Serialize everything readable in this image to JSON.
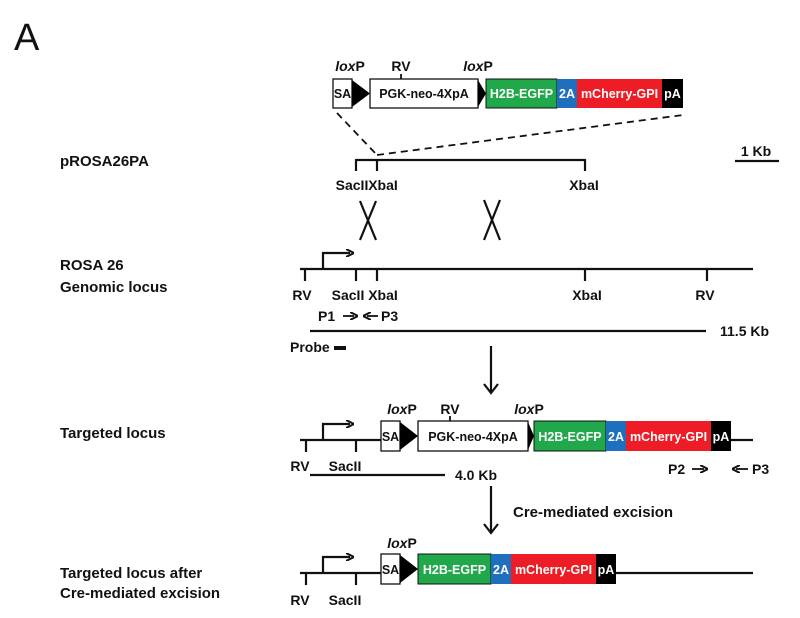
{
  "panel_label": "A",
  "colors": {
    "egfp": "#20a84a",
    "twoA": "#1f6fbf",
    "mcherry": "#ee1c24",
    "pA": "#000000",
    "white_box": "#ffffff",
    "line": "#111111"
  },
  "cassette": {
    "loxp1": {
      "italic": "lox",
      "normal": "P"
    },
    "rv": "RV",
    "loxp2": {
      "italic": "lox",
      "normal": "P"
    },
    "sa": "SA",
    "pgk": "PGK-neo-4XpA",
    "egfp": "H2B-EGFP",
    "twoA": "2A",
    "mcherry": "mCherry-GPI",
    "pA": "pA"
  },
  "rows": {
    "vector": {
      "label": "pROSA26PA",
      "sites": [
        "SacII",
        "XbaI",
        "XbaI"
      ],
      "scale_bar": "1 Kb"
    },
    "genomic": {
      "label_line1": "ROSA 26",
      "label_line2": "Genomic locus",
      "sites": [
        "RV",
        "SacII",
        "XbaI",
        "XbaI",
        "RV"
      ],
      "primers": {
        "p1": "P1",
        "p3": "P3"
      },
      "fragment": "11.5 Kb",
      "probe": "Probe"
    },
    "targeted": {
      "label": "Targeted locus",
      "sites": [
        "RV",
        "SacII"
      ],
      "fragment": "4.0 Kb",
      "primers": {
        "p2": "P2",
        "p3": "P3"
      },
      "arrow_caption": "Cre-mediated excision"
    },
    "excised": {
      "label_line1": "Targeted locus after",
      "label_line2": "Cre-mediated excision",
      "sites": [
        "RV",
        "SacII"
      ]
    }
  }
}
